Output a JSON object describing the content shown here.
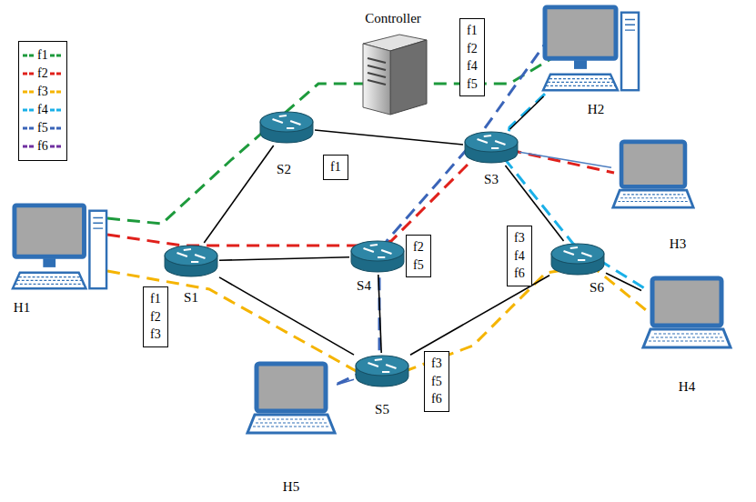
{
  "diagram": {
    "nodes": [
      {
        "text": [
          "Controller"
        ]
      },
      {
        "text": [
          "f1 f2 f4 f5"
        ]
      },
      {
        "text": [
          "H2"
        ]
      },
      {
        "text": [
          "S2"
        ]
      },
      {
        "text": [
          "f1"
        ]
      },
      {
        "text": [
          "S3"
        ]
      },
      {
        "text": [
          "H3"
        ]
      },
      {
        "text": [
          "H1"
        ]
      },
      {
        "text": [
          "S1"
        ]
      },
      {
        "text": [
          "S4"
        ]
      },
      {
        "text": [
          "f2 f5"
        ]
      },
      {
        "text": [
          "f3 f4 f6"
        ]
      },
      {
        "text": [
          "S6"
        ]
      },
      {
        "text": [
          "H4"
        ]
      },
      {
        "text": [
          "f1 f2 f3"
        ]
      },
      {
        "text": [
          "S5"
        ]
      },
      {
        "text": [
          "f3 f5 f6"
        ]
      },
      {
        "text": [
          "H5"
        ]
      }
    ],
    "edges": [
      {
        "from": 8,
        "to": 3,
        "arrow": "none"
      },
      {
        "from": 3,
        "to": 5,
        "arrow": "none"
      },
      {
        "from": 8,
        "to": 9,
        "arrow": "none"
      },
      {
        "from": 8,
        "to": 15,
        "arrow": "none"
      },
      {
        "from": 9,
        "to": 15,
        "arrow": "none"
      },
      {
        "from": 15,
        "to": 12,
        "arrow": "none"
      },
      {
        "from": 5,
        "to": 12,
        "arrow": "none"
      },
      {
        "from": 5,
        "to": 2,
        "arrow": "none"
      },
      {
        "from": 5,
        "to": 6,
        "arrow": "none"
      },
      {
        "from": 12,
        "to": 13,
        "arrow": "none"
      },
      {
        "from": 15,
        "to": 17,
        "arrow": "none"
      }
    ],
    "legend": [
      {
        "text": "f1"
      },
      {
        "text": "f2"
      },
      {
        "text": "f3"
      },
      {
        "text": "f4"
      },
      {
        "text": "f5"
      },
      {
        "text": "f6"
      }
    ]
  }
}
